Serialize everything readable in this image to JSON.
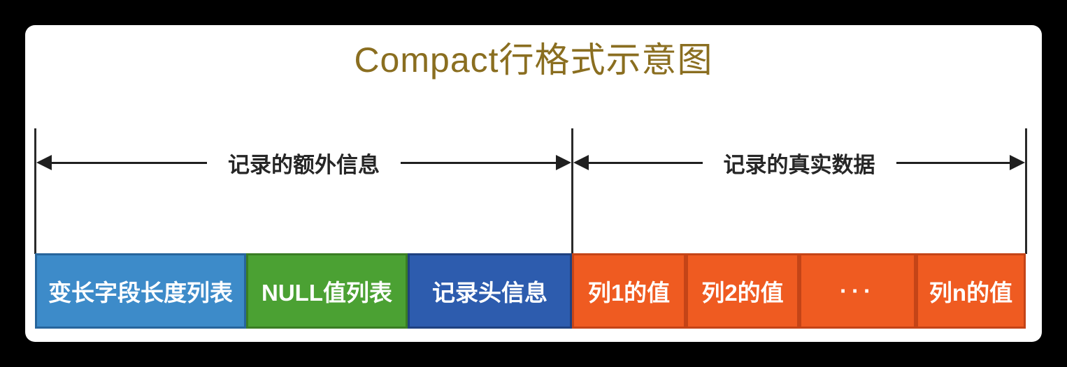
{
  "title": "Compact行格式示意图",
  "annotations": {
    "extra_info": "记录的额外信息",
    "real_data": "记录的真实数据"
  },
  "row": {
    "boxes": [
      {
        "label": "变长字段长度列表",
        "fill": "#3d8bc9"
      },
      {
        "label": "NULL值列表",
        "fill": "#4ba133"
      },
      {
        "label": "记录头信息",
        "fill": "#2d5cae"
      },
      {
        "label": "列1的值",
        "fill": "#ef5b21"
      },
      {
        "label": "列2的值",
        "fill": "#ef5b21"
      },
      {
        "label": "···",
        "fill": "#ef5b21"
      },
      {
        "label": "列n的值",
        "fill": "#ef5b21"
      }
    ]
  },
  "colors": {
    "background": "#000000",
    "card": "#ffffff",
    "title_text": "#8a6e20",
    "annotation_text": "#262626",
    "arrow_line": "#1f1f1f",
    "light_blue": "#3d8bc9",
    "green": "#4ba133",
    "dark_blue": "#2d5cae",
    "orange": "#ef5b21"
  }
}
